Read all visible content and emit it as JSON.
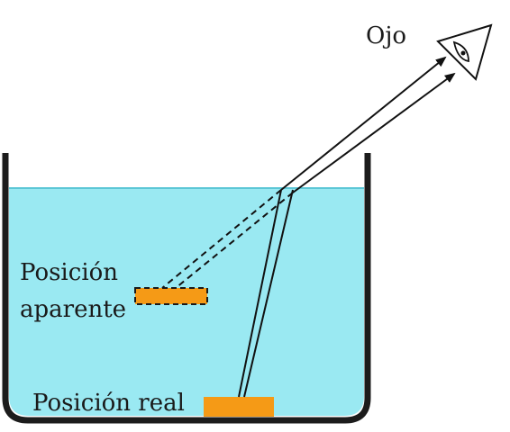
{
  "labels": {
    "eye": "Ojo",
    "apparent_line1": "Posición",
    "apparent_line2": "aparente",
    "real": "Posición real"
  },
  "colors": {
    "water": "#9ae9f2",
    "water_surface": "#5cc7d6",
    "object": "#f59a16",
    "container": "#1c1c1c",
    "ray": "#111111",
    "background": "#ffffff"
  },
  "icons": {
    "eye": "eye-icon"
  }
}
